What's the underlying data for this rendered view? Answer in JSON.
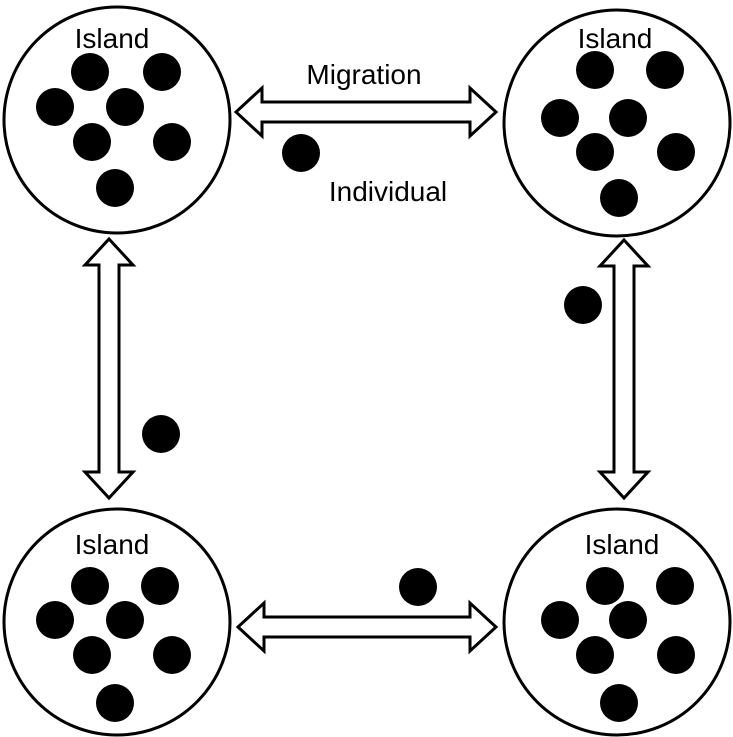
{
  "diagram": {
    "islands": [
      {
        "label": "Island"
      },
      {
        "label": "Island"
      },
      {
        "label": "Island"
      },
      {
        "label": "Island"
      }
    ],
    "migration_label": "Migration",
    "individual_label": "Individual",
    "colors": {
      "stroke": "#000000",
      "fill": "#ffffff",
      "individual": "#000000"
    }
  }
}
